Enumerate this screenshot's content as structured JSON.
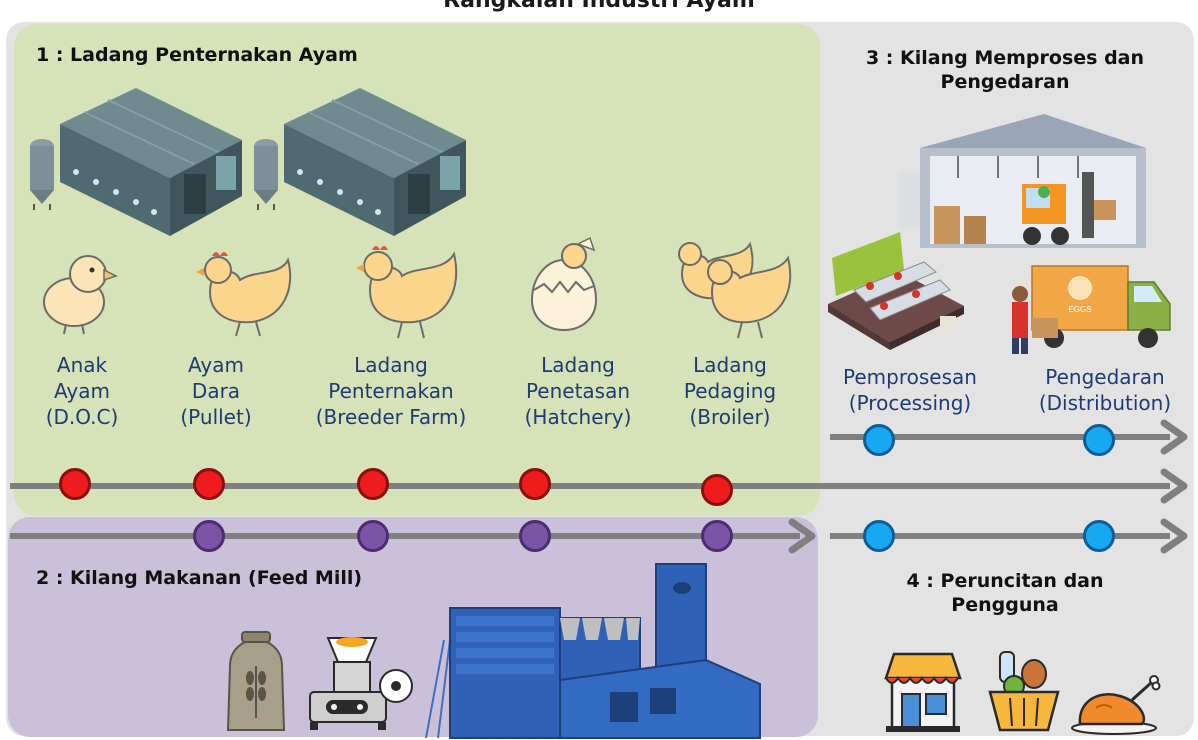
{
  "title": "Rangkaian Industri Ayam",
  "zones": {
    "farm": "1 : Ladang Penternakan Ayam",
    "feed_mill": "2 : Kilang Makanan (Feed Mill)",
    "processing": [
      "3 : Kilang Memproses dan",
      "Pengedaran"
    ],
    "retail": [
      "4 : Peruncitan dan",
      "Pengguna"
    ]
  },
  "farm_stages": [
    {
      "line1": "Anak",
      "line2": "Ayam",
      "line3": "(D.O.C)",
      "icon": "chick-icon"
    },
    {
      "line1": "Ayam",
      "line2": "Dara",
      "line3": "(Pullet)",
      "icon": "hen-icon"
    },
    {
      "line1": "Ladang",
      "line2": "Penternakan",
      "line3": "(Breeder Farm)",
      "icon": "hen-icon"
    },
    {
      "line1": "Ladang",
      "line2": "Penetasan",
      "line3": "(Hatchery)",
      "icon": "egg-hatching-icon"
    },
    {
      "line1": "Ladang",
      "line2": "Pedaging",
      "line3": "(Broiler)",
      "icon": "broilers-icon"
    }
  ],
  "processing_stages": [
    {
      "line1": "Pemprosesan",
      "line2": "(Processing)",
      "icon": "processing-line-icon"
    },
    {
      "line1": "Pengedaran",
      "line2": "(Distribution)",
      "icon": "delivery-truck-icon"
    }
  ],
  "delivery_box_label": "EGGS",
  "colors": {
    "farm_zone": "#d6e2b7",
    "feed_zone": "#cbc0d9",
    "outer_zone": "#e3e3e3",
    "farm_node": "#ee1c1c",
    "feed_node": "#7c54a5",
    "processing_node": "#16a8f0",
    "stage_label": "#1f3b73",
    "arrow": "#7f7f7f"
  }
}
